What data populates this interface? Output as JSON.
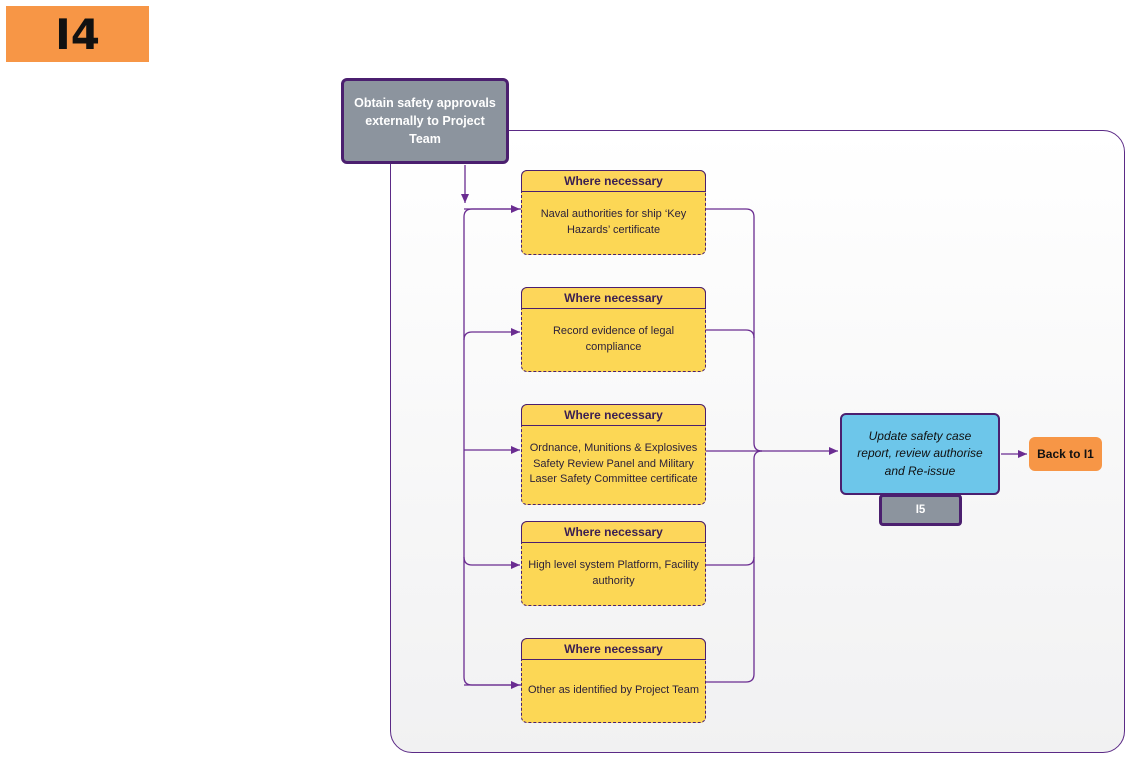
{
  "page_tag": "I4",
  "start": {
    "label": "Obtain safety approvals externally to Project Team"
  },
  "cards": [
    {
      "header": "Where necessary",
      "body": "Naval authorities for ship ‘Key Hazards’ certificate"
    },
    {
      "header": "Where necessary",
      "body": "Record evidence of legal compliance"
    },
    {
      "header": "Where necessary",
      "body": "Ordnance, Munitions & Explosives Safety Review Panel and Military Laser Safety Committee certificate"
    },
    {
      "header": "Where necessary",
      "body": "High level system Platform, Facility authority"
    },
    {
      "header": "Where necessary",
      "body": "Other as identified by Project Team"
    }
  ],
  "update": {
    "label": "Update safety case report, review authorise and Re-issue",
    "tab": "I5"
  },
  "back": {
    "label": "Back to I1"
  },
  "colors": {
    "orange": "#f79646",
    "purple": "#6a2c91",
    "grey_box": "#8c949e",
    "yellow": "#fcd755",
    "blue": "#6dc6ea"
  }
}
